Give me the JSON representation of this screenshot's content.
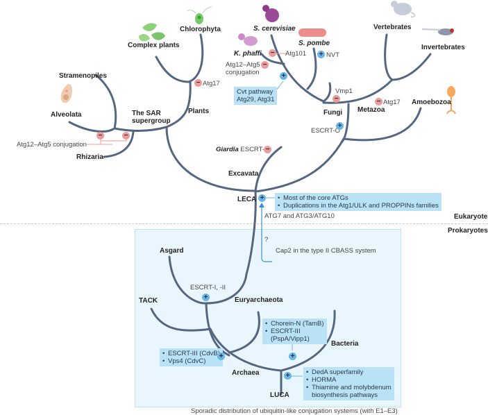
{
  "colors": {
    "branch": "#546580",
    "gain_badge": "#69b5e6",
    "loss_badge": "#ec9b9b",
    "annotation_box": "#b9e2f6",
    "prokaryote_panel": "#eaf6fd",
    "arrow": "#3a8fd0"
  },
  "legend": {
    "gain_symbol": "+",
    "loss_symbol": "−"
  },
  "domains": {
    "eukaryotes": "Eukaryotes",
    "prokaryotes": "Prokaryotes"
  },
  "taxa": {
    "complex_plants": "Complex plants",
    "chlorophyta": "Chlorophyta",
    "plants": "Plants",
    "stramenopiles": "Stramenopiles",
    "alveolata": "Alveolata",
    "rhizaria": "Rhizaria",
    "sar": "The SAR",
    "sar2": "supergroup",
    "s_cerevisiae": "S. cerevisiae",
    "s_pombe": "S. pombe",
    "k_phaffi": "K. phaffi",
    "fungi": "Fungi",
    "vertebrates": "Vertebrates",
    "invertebrates": "Invertebrates",
    "metazoa": "Metazoa",
    "amoebozoa": "Amoebozoa",
    "excavata": "Excavata",
    "leca": "LECA",
    "asgard": "Asgard",
    "tack": "TACK",
    "euryarchaeota": "Euryarchaeota",
    "archaea": "Archaea",
    "bacteria": "Bacteria",
    "luca": "LUCA"
  },
  "events": {
    "atg17_plants": "Atg17",
    "atg12_atg5_sar": "Atg12–Atg5 conjugation",
    "atg101": "Atg101",
    "nvt": "NVT",
    "atg12_atg5_kphaffi_1": "Atg12–Atg5",
    "atg12_atg5_kphaffi_2": "conjugation",
    "cvt_1": "Cvt pathway",
    "cvt_2": "Atg29, Atg31",
    "vmp1": "Vmp1",
    "atg17_metazoa": "Atg17",
    "escrt0": "ESCRT-O",
    "giardia_species": "Giardia",
    "giardia_event": "ESCRT-I",
    "leca_box": [
      "Most of the core ATGs",
      "Duplications in the Atg1/ULK and PROPPINs families"
    ],
    "atg7": "ATG7 and ATG3/ATG10",
    "question": "?",
    "cap2": "Cap2 in the type II CBASS system",
    "escrt_i_ii": "ESCRT-I, -II",
    "euryarchaeota_box": [
      "Chorein-N (TamB)",
      "ESCRT-III",
      "(PspA/Vipp1)"
    ],
    "archaea_box": [
      "ESCRT-III (CdvB)",
      "Vps4 (CdvC)"
    ],
    "luca_box": [
      "DedA superfamily",
      "HORMA",
      "Thiamine and molybdenum",
      "biosynthesis pathways"
    ],
    "footer": "Sporadic distribution of ubiquitin-like conjugation systems (with E1–E3)"
  }
}
